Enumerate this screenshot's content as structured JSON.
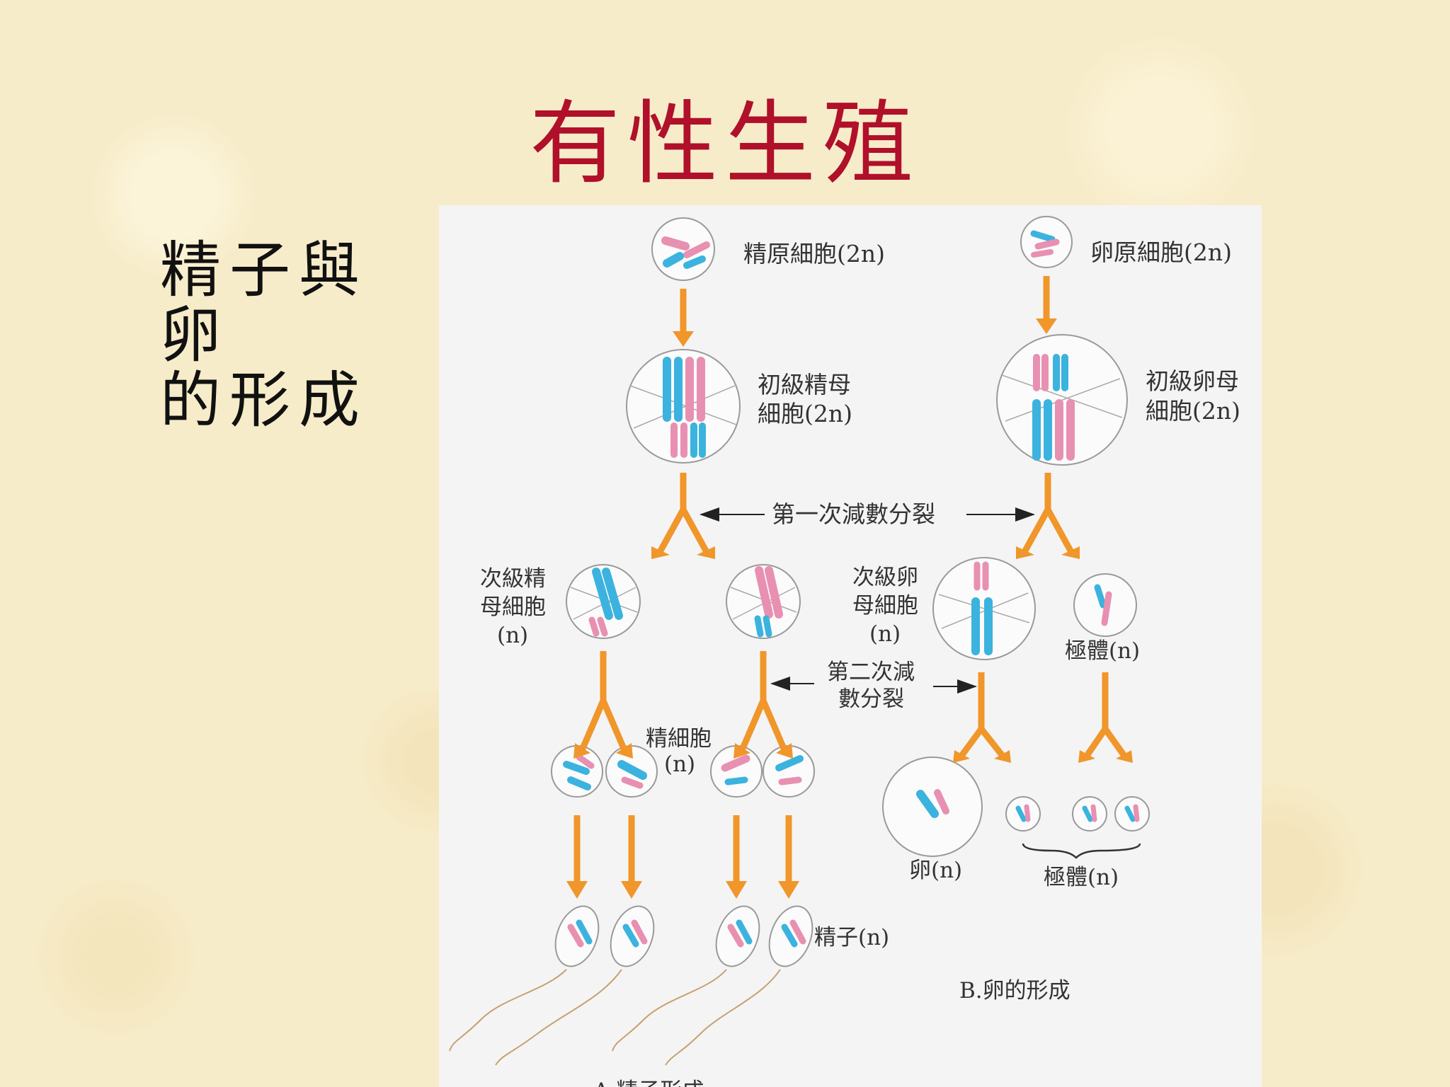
{
  "slide": {
    "title": "有性生殖",
    "subtitle_line1": "精子與卵",
    "subtitle_line2": "的形成"
  },
  "diagram": {
    "labels": {
      "spermatogonium": "精原細胞(2n)",
      "oogonium": "卵原細胞(2n)",
      "primary_spermatocyte_1": "初級精母",
      "primary_spermatocyte_2": "細胞(2n)",
      "primary_oocyte_1": "初級卵母",
      "primary_oocyte_2": "細胞(2n)",
      "meiosis_one": "第一次減數分裂",
      "secondary_spermatocyte_1": "次級精",
      "secondary_spermatocyte_2": "母細胞",
      "secondary_spermatocyte_3": "(n)",
      "secondary_oocyte_1": "次級卵",
      "secondary_oocyte_2": "母細胞",
      "secondary_oocyte_3": "(n)",
      "polar_body_1": "極體(n)",
      "meiosis_two_1": "第二次減",
      "meiosis_two_2": "數分裂",
      "spermatid_1": "精細胞",
      "spermatid_2": "(n)",
      "egg": "卵(n)",
      "polar_bodies": "極體(n)",
      "sperm": "精子(n)",
      "caption_b": "B.卵的形成",
      "caption_a": "A.精子形成"
    },
    "colors": {
      "arrow": "#f0962a",
      "chromosome_blue": "#3bb3de",
      "chromosome_pink": "#e890b2",
      "cell_outline": "#9a9a9a",
      "title": "#b0102a"
    }
  }
}
